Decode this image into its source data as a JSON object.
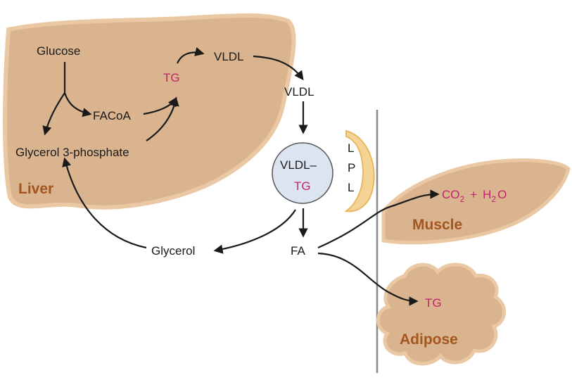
{
  "labels": {
    "glucose": "Glucose",
    "facoa": "FACoA",
    "glycerol3p": "Glycerol 3-phosphate",
    "tg_liver": "TG",
    "vldl_liver": "VLDL",
    "vldl_blood": "VLDL",
    "vldl_complex_top": "VLDL–",
    "vldl_complex_bottom": "TG",
    "lpl_l1": "L",
    "lpl_p": "P",
    "lpl_l2": "L",
    "glycerol": "Glycerol",
    "fa": "FA",
    "co2": "CO",
    "co2_sub": "2",
    "plus": "+",
    "h2o_h": "H",
    "h2o_sub": "2",
    "h2o_o": "O",
    "tg_adipose": "TG"
  },
  "organs": {
    "liver": "Liver",
    "muscle": "Muscle",
    "adipose": "Adipose"
  },
  "colors": {
    "organ_fill": "#d9b48f",
    "organ_stroke": "#eac8a4",
    "organ_text": "#a4561f",
    "highlight_text": "#c0246a",
    "lpl_fill": "#f4d494",
    "complex_fill": "#dce4f1",
    "membrane": "#8a8a8a"
  }
}
